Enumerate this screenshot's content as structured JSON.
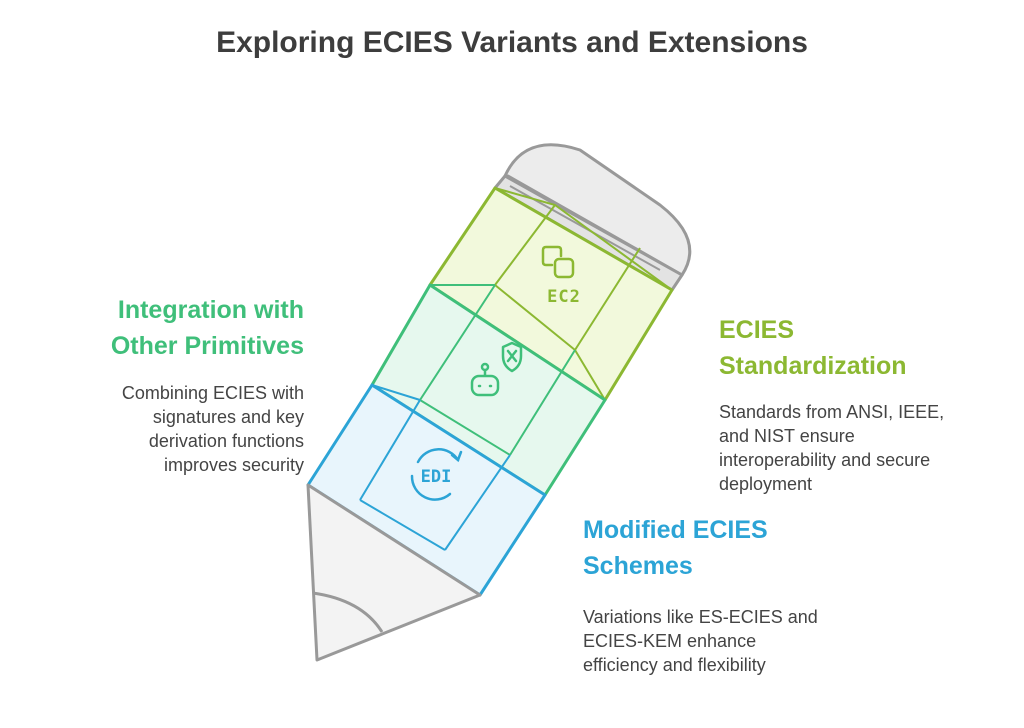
{
  "title": "Exploring ECIES Variants and Extensions",
  "sections": {
    "integration": {
      "heading": [
        "Integration with",
        "Other Primitives"
      ],
      "description": [
        "Combining ECIES with",
        "signatures and key",
        "derivation functions",
        "improves security"
      ],
      "color": "#3fbf7a",
      "icon": "robot-shield-icon"
    },
    "standardization": {
      "heading": [
        "ECIES",
        "Standardization"
      ],
      "description": [
        "Standards from ANSI, IEEE,",
        "and NIST ensure",
        "interoperability and secure",
        "deployment"
      ],
      "color": "#8cb832",
      "icon": "ec2-icon",
      "icon_text": "EC2"
    },
    "modified": {
      "heading": [
        "Modified ECIES",
        "Schemes"
      ],
      "description": [
        "Variations like ES-ECIES and",
        "ECIES-KEM enhance",
        "efficiency and flexibility"
      ],
      "color": "#2ca4d6",
      "icon": "edi-icon",
      "icon_text": "EDI"
    }
  }
}
